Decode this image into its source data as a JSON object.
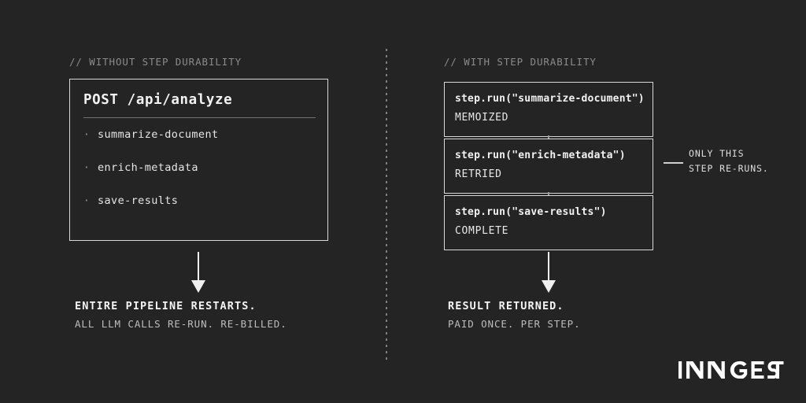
{
  "theme": {
    "background": "#242424",
    "border": "#d8d8d8",
    "text_primary": "#f2f2f2",
    "text_muted": "#8b8b8b",
    "accent": "#ffffff"
  },
  "left_column": {
    "comment": "// WITHOUT STEP DURABILITY",
    "box": {
      "title": "POST /api/analyze",
      "items": [
        {
          "bullet": "·",
          "label": "summarize-document"
        },
        {
          "bullet": "·",
          "label": "enrich-metadata"
        },
        {
          "bullet": "·",
          "label": "save-results"
        }
      ]
    },
    "caption": {
      "headline": "ENTIRE PIPELINE RESTARTS.",
      "subline": "ALL LLM CALLS RE-RUN. RE-BILLED."
    }
  },
  "right_column": {
    "comment": "// WITH STEP DURABILITY",
    "steps": [
      {
        "code": "step.run(\"summarize-document\")",
        "status": "MEMOIZED"
      },
      {
        "code": "step.run(\"enrich-metadata\")",
        "status": "RETRIED"
      },
      {
        "code": "step.run(\"save-results\")",
        "status": "COMPLETE"
      }
    ],
    "annotation": {
      "line1": "ONLY THIS",
      "line2": "STEP RE-RUNS."
    },
    "caption": {
      "headline": "RESULT RETURNED.",
      "subline": "PAID ONCE. PER STEP."
    }
  },
  "brand": {
    "wordmark": "INNGEST"
  }
}
